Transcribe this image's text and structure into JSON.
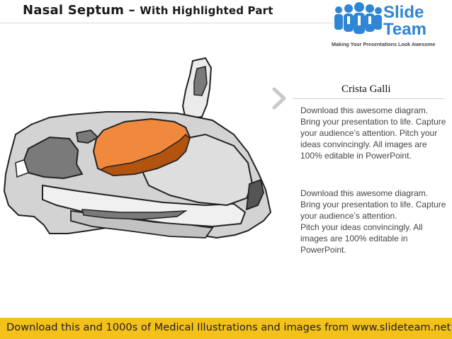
{
  "header": {
    "title": "Nasal Septum –",
    "subtitle": "With Highlighted Part"
  },
  "logo": {
    "line1": "Slide",
    "line2": "Team",
    "tagline": "Making Your Presentations Look Awesome"
  },
  "callout": {
    "title": "Crista Galli",
    "paragraphs": [
      "Download this awesome diagram. Bring your presentation to life. Capture your audience’s attention. Pitch your ideas convincingly. All images are 100% editable in PowerPoint.",
      "Download this awesome diagram. Bring your presentation to life. Capture your audience’s attention.\nPitch your ideas convincingly. All images are 100% editable in PowerPoint."
    ]
  },
  "footer": {
    "text": "Download this and 1000s of Medical Illustrations and images from www.slideteam.net"
  },
  "colors": {
    "highlight": "#f0883e",
    "highlight_dark": "#b2530f",
    "bone_light": "#d3d3d3",
    "bone_dark": "#7a7a7a",
    "footer_bg": "#f4c11a",
    "brand_blue": "#2e86d4"
  }
}
